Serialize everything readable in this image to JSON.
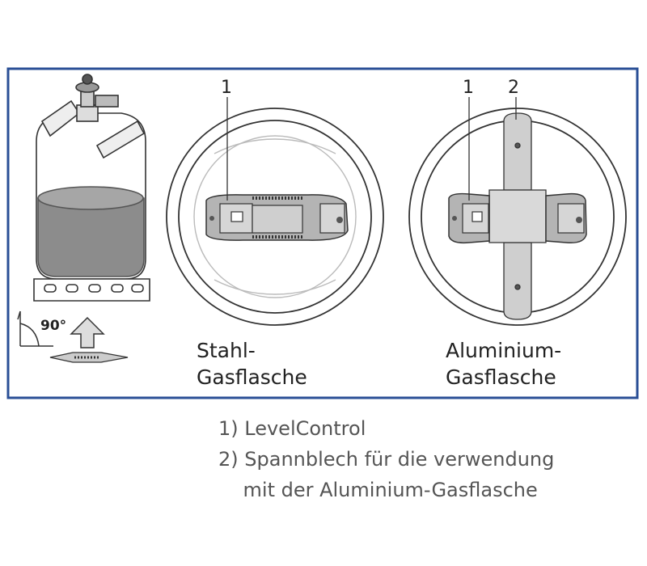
{
  "figure": {
    "angle_label": "90°",
    "left_panel": {
      "title_line1": "Stahl-",
      "title_line2": "Gasflasche",
      "callout_1": "1"
    },
    "right_panel": {
      "title_line1": "Aluminium-",
      "title_line2": "Gasflasche",
      "callout_1": "1",
      "callout_2": "2"
    }
  },
  "legend": {
    "line1": "1) LevelControl",
    "line2": "2) Spannblech für die verwendung",
    "line3": "    mit der Aluminium-Gasflasche"
  },
  "colors": {
    "frame": "#2a4f96",
    "liquid": "#8c8c8c",
    "sensor": "#b4b4b4",
    "bracket": "#cfcfcf",
    "text": "#555555"
  }
}
